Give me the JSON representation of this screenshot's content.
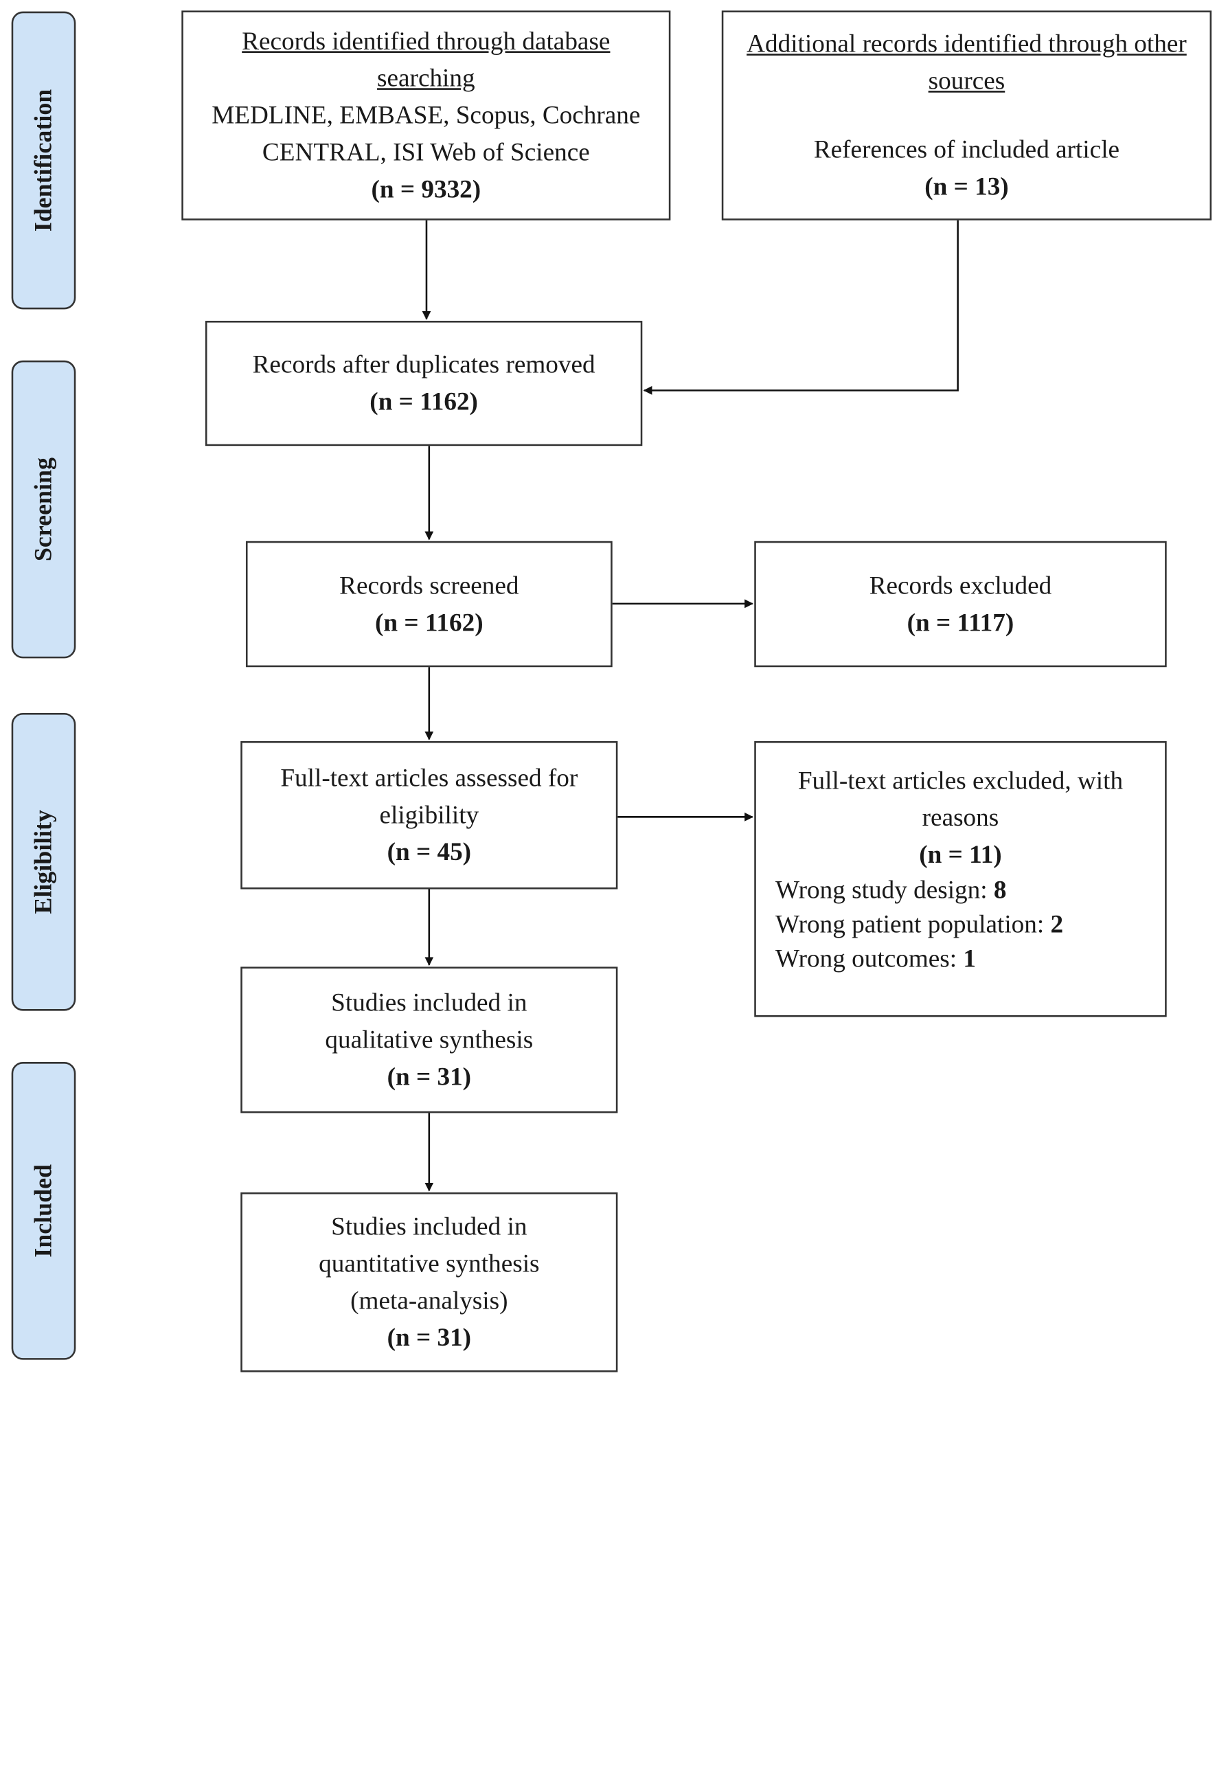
{
  "phases": [
    "Identification",
    "Screening",
    "Eligibility",
    "Included"
  ],
  "identification": {
    "database": {
      "heading": "Records identified through database searching",
      "sources": "MEDLINE, EMBASE, Scopus, Cochrane CENTRAL, ISI Web of Science",
      "n": "(n = 9332)"
    },
    "other": {
      "heading": "Additional records identified through other sources",
      "sources": "References of included article",
      "n": "(n = 13)"
    }
  },
  "duplicates_removed": {
    "label": "Records after duplicates removed",
    "n": "(n = 1162)"
  },
  "screened": {
    "label": "Records screened",
    "n": "(n = 1162)"
  },
  "excluded": {
    "label": "Records excluded",
    "n": "(n = 1117)"
  },
  "fulltext": {
    "label": "Full-text articles assessed for eligibility",
    "n": "(n = 45)"
  },
  "fulltext_excluded": {
    "label": "Full-text articles excluded, with reasons",
    "n": "(n = 11)",
    "reasons": [
      {
        "text": "Wrong study design: ",
        "count": "8"
      },
      {
        "text": "Wrong patient population: ",
        "count": "2"
      },
      {
        "text": "Wrong outcomes: ",
        "count": "1"
      }
    ]
  },
  "qualitative": {
    "label": "Studies included in qualitative synthesis",
    "n": "(n = 31)"
  },
  "quantitative": {
    "label": "Studies included in quantitative synthesis (meta-analysis)",
    "n": "(n = 31)"
  }
}
